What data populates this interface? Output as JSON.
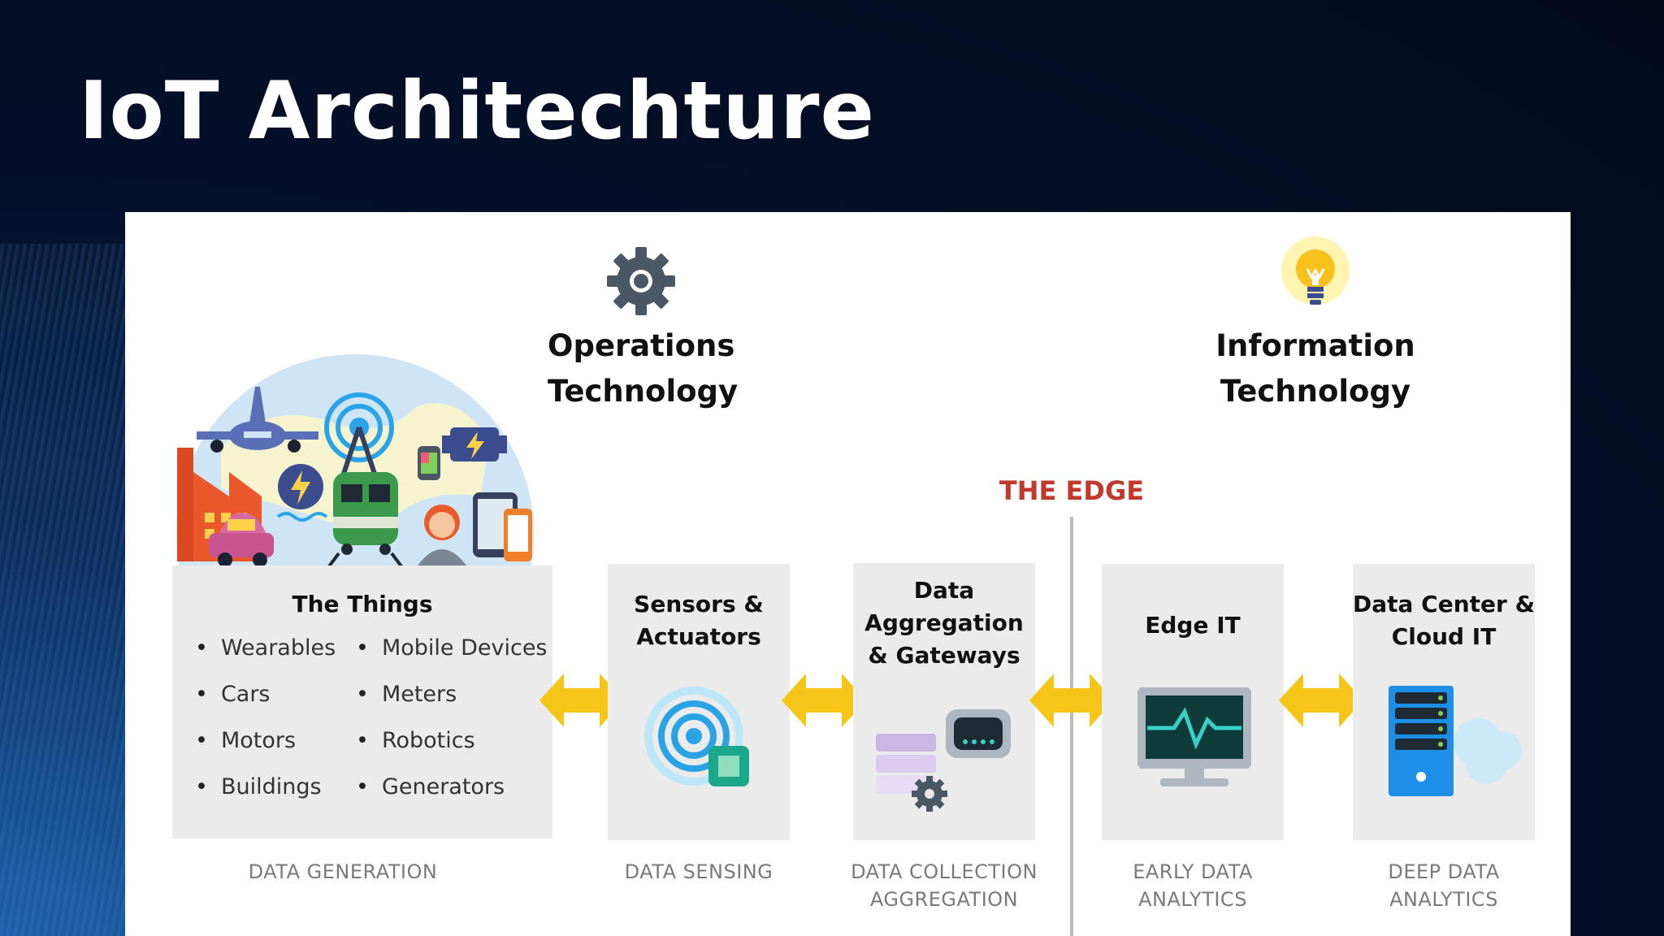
{
  "slide": {
    "title": "IoT Architechture"
  },
  "sections": {
    "ot": {
      "line1": "Operations",
      "line2": "Technology",
      "icon": "gear-icon"
    },
    "it": {
      "line1": "Information",
      "line2": "Technology",
      "icon": "lightbulb-icon"
    }
  },
  "edge": {
    "label": "THE EDGE",
    "color": "#c0392b"
  },
  "things": {
    "title": "The Things",
    "col1": [
      "Wearables",
      "Cars",
      "Motors",
      "Buildings"
    ],
    "col2": [
      "Mobile Devices",
      "Meters",
      "Robotics",
      "Generators"
    ],
    "stage_line1": "DATA GENERATION"
  },
  "sensors": {
    "line1": "Sensors &",
    "line2": "Actuators",
    "stage_line1": "DATA SENSING",
    "icon": "wireless-sensor-icon"
  },
  "aggregation": {
    "line1": "Data",
    "line2": "Aggregation",
    "line3": "& Gateways",
    "stage_line1": "DATA COLLECTION",
    "stage_line2": "AGGREGATION",
    "icon": "gateway-router-icon"
  },
  "edgeit": {
    "line1": "Edge IT",
    "stage_line1": "EARLY DATA",
    "stage_line2": "ANALYTICS",
    "icon": "monitor-pulse-icon"
  },
  "datacenter": {
    "line1": "Data Center &",
    "line2": "Cloud IT",
    "stage_line1": "DEEP DATA",
    "stage_line2": "ANALYTICS",
    "icon": "server-cloud-icon"
  },
  "colors": {
    "arrow": "#f5c518",
    "box": "#ebebeb",
    "edge": "#c0392b"
  }
}
